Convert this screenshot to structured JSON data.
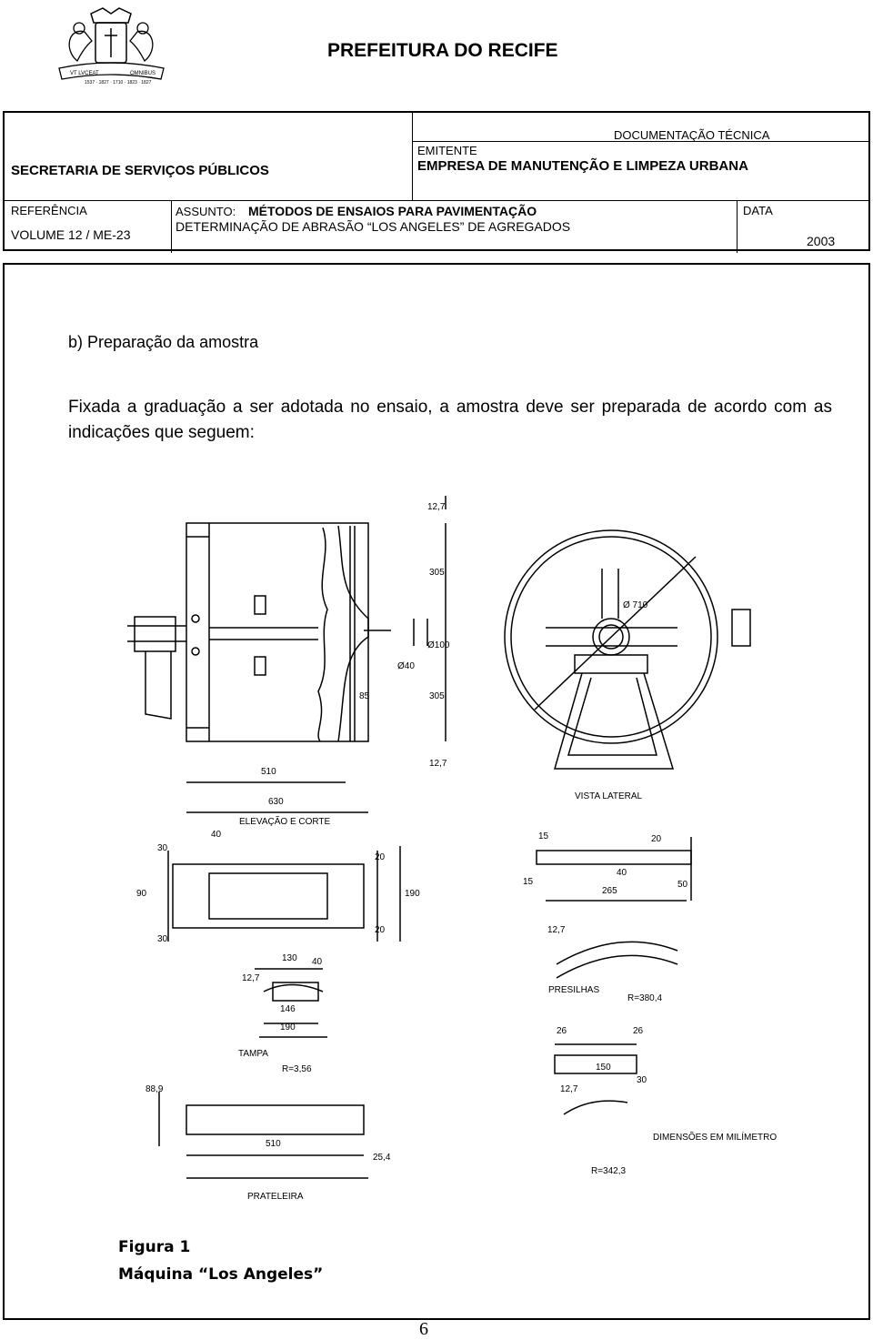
{
  "header": {
    "org": "PREFEITURA DO RECIFE",
    "doc_type": "DOCUMENTAÇÃO TÉCNICA",
    "secretaria": "SECRETARIA DE SERVIÇOS PÚBLICOS",
    "emitente_label": "EMITENTE",
    "emitente": "EMPRESA DE MANUTENÇÃO E LIMPEZA URBANA",
    "referencia_label": "REFERÊNCIA",
    "referencia": "VOLUME 12 / ME-23",
    "assunto_label": "ASSUNTO:",
    "assunto": "MÉTODOS DE ENSAIOS PARA PAVIMENTAÇÃO",
    "assunto_sub": "DETERMINAÇÃO DE ABRASÃO “LOS ANGELES” DE AGREGADOS",
    "data_label": "DATA",
    "data": "2003"
  },
  "seal": {
    "motto_left": "VT LVCEAT",
    "motto_right": "OMNIBUS",
    "years": "1537 · 1827 · 1710 · 1823 · 1827"
  },
  "body": {
    "section_title": "b) Preparação da amostra",
    "paragraph": "Fixada a graduação a ser adotada no ensaio, a amostra deve ser preparada de acordo com as indicações que seguem:"
  },
  "drawing": {
    "labels": {
      "elevacao": "ELEVAÇÃO E CORTE",
      "vista": "VISTA LATERAL",
      "presilhas": "PRESILHAS",
      "tampa": "TAMPA",
      "prateleira": "PRATELEIRA",
      "dimensoes": "DIMENSÕES EM MILÍMETRO"
    },
    "dims": {
      "d510": "510",
      "d630": "630",
      "d127a": "12,7",
      "d305a": "305",
      "d100": "Ø100",
      "d40a": "Ø40",
      "d305b": "305",
      "d85": "85",
      "d127b": "12,7",
      "d710": "Ø 710",
      "d40": "40",
      "d30a": "30",
      "d90": "90",
      "d30b": "30",
      "d20a": "20",
      "d190": "190",
      "d20b": "20",
      "d15a": "15",
      "d15b": "15",
      "d20c": "20",
      "d50": "50",
      "d40b": "40",
      "d265": "265",
      "d127c": "12,7",
      "r3804": "R=380,4",
      "d130": "130",
      "d40c": "40",
      "d127d": "12,7",
      "d146": "146",
      "d190b": "190",
      "r356": "R=3,56",
      "d26a": "26",
      "d26b": "26",
      "d150": "150",
      "d30c": "30",
      "d127e": "12,7",
      "r3423": "R=342,3",
      "d889": "88,9",
      "d510b": "510",
      "d254": "25,4"
    }
  },
  "figure": {
    "number": "Figura 1",
    "title": "Máquina “Los Angeles”"
  },
  "page_number": "6"
}
